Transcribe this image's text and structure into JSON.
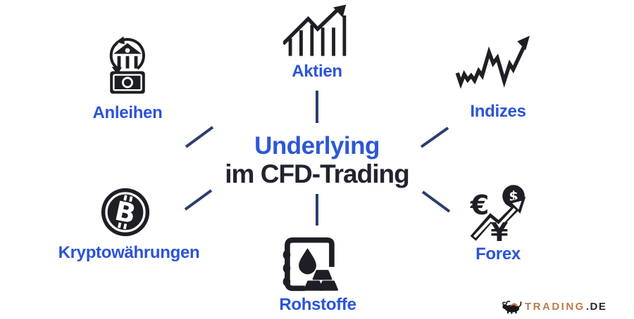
{
  "title": {
    "line1": "Underlying",
    "line2": "im CFD-Trading"
  },
  "nodes": {
    "aktien": {
      "label": "Aktien",
      "icon": "bar-chart-up-icon"
    },
    "indizes": {
      "label": "Indizes",
      "icon": "line-chart-up-icon"
    },
    "anleihen": {
      "label": "Anleihen",
      "icon": "bank-banknote-cycle-icon"
    },
    "kryptowaehrungen": {
      "label": "Kryptowährungen",
      "icon": "bitcoin-coin-icon",
      "glyph": "B"
    },
    "rohstoffe": {
      "label": "Rohstoffe",
      "icon": "oil-barrel-gold-bars-icon"
    },
    "forex": {
      "label": "Forex",
      "icon": "currency-exchange-arrow-icon",
      "euro": "€",
      "dollar": "$",
      "yen": "¥"
    }
  },
  "logo": {
    "brand": "TRADING",
    "tld": ".DE",
    "icon": "bull-icon"
  },
  "theme": {
    "background": "#ffffff",
    "title_blue": "#2d57d8",
    "title_dark": "#212430",
    "label_blue": "#2b53d9",
    "connector_navy": "#2c3e6e",
    "icon_black": "#1e1f24",
    "logo_copper": "#bd7a4b",
    "logo_dark": "#2a2a2e"
  }
}
